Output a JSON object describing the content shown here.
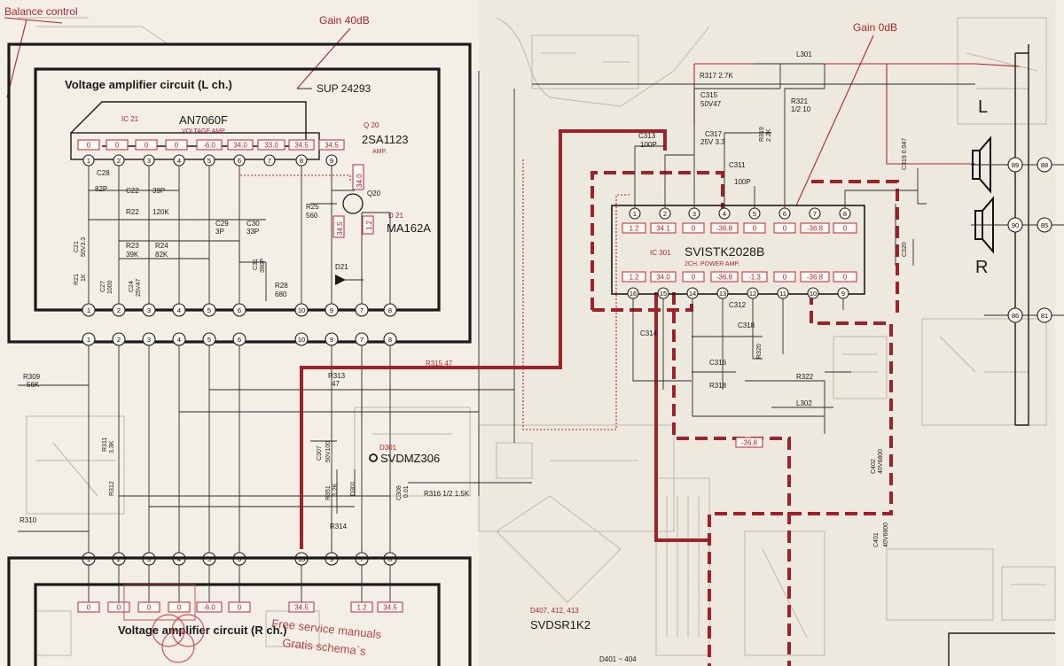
{
  "annotations": {
    "balance_control": "Balance control",
    "gain_40db": "Gain 40dB",
    "gain_0db": "Gain 0dB",
    "speaker_l": "L",
    "speaker_r": "R"
  },
  "amp_l": {
    "title": "Voltage amplifier circuit (L ch.)",
    "part_no": "SUP 24293",
    "ic_ref": "IC 21",
    "ic_name": "AN7060F",
    "ic_desc": "VOLTAGE AMP.",
    "q_ref": "Q 20",
    "q_name": "2SA1123",
    "q_desc": "AMP.",
    "voltages": [
      "0",
      "0",
      "0",
      "0",
      "-6.0",
      "34.0",
      "33.0",
      "34.5",
      "34.5"
    ],
    "pins": [
      "1",
      "2",
      "3",
      "4",
      "5",
      "6",
      "7",
      "8",
      "9"
    ]
  },
  "amp_r": {
    "title": "Voltage amplifier circuit (R ch.)",
    "voltages": [
      "0",
      "0",
      "0",
      "0",
      "-6.0",
      "0",
      "34.5",
      "1.2",
      "34.5"
    ],
    "stamp_line1": "Free service manuals",
    "stamp_line2": "Gratis schema`s"
  },
  "connector_pins": [
    "1",
    "2",
    "3",
    "4",
    "5",
    "6",
    "10",
    "9",
    "7",
    "8"
  ],
  "components_l": {
    "c28": "C28",
    "c28_val": "82P",
    "c22": "C22",
    "c22_val": "39P",
    "r22": "R22",
    "r22_val": "120K",
    "c29": "C29",
    "c29_val": "3P",
    "c30": "C30",
    "c30_val": "33P",
    "r23": "R23",
    "r23_val": "39K",
    "r24": "R24",
    "r24_val": "82K",
    "c21": "C21",
    "c21_val": "50V3.3",
    "r21": "R21",
    "r21_val": "1K",
    "c27": "C27",
    "c27_val": "1000",
    "c24": "C24",
    "c24_val": "25V47",
    "c31": "C31",
    "c31_val": "390P",
    "r28": "R28",
    "r28_val": "680",
    "r25": "R25",
    "r25_val": "560",
    "d21": "D21",
    "d21_ref": "D 21",
    "d21_name": "MA162A",
    "q20": "Q20",
    "v_34_0": "34.0",
    "v_34_5": "34.5",
    "v_1_2": "1.2"
  },
  "power_amp": {
    "ic_ref": "IC 301",
    "ic_name": "SVISTK2028B",
    "ic_desc": "2CH. POWER AMP.",
    "top_pins": [
      "1",
      "2",
      "3",
      "4",
      "5",
      "6",
      "7",
      "8"
    ],
    "top_voltages": [
      "1.2",
      "34.1",
      "0",
      "-36.8",
      "0",
      "0",
      "-36.8",
      "0"
    ],
    "bottom_pins": [
      "16",
      "15",
      "14",
      "13",
      "12",
      "11",
      "10",
      "9"
    ],
    "bottom_voltages": [
      "1.2",
      "34.0",
      "0",
      "-36.8",
      "-1.3",
      "0",
      "-36.8",
      "0"
    ],
    "v_neg": "-36.8"
  },
  "components_pa": {
    "r317": "R317 2.7K",
    "c315": "C315",
    "c315_val": "50V47",
    "c313": "C313",
    "c313_val": "100P",
    "c317": "C317",
    "c317_val": "25V 3.3",
    "r319": "R319",
    "r319_val": "2.2K",
    "c311": "C311",
    "c311_val": "100P",
    "l301": "L301",
    "r321": "R321",
    "r321_val": "1/2 10",
    "c319": "C319 0.047",
    "c320": "C320",
    "c312": "C312",
    "c318": "C318",
    "c314": "C314",
    "c316": "C316",
    "r318": "R318",
    "r320": "R320",
    "r322": "R322",
    "l302": "L302",
    "c402": "C402",
    "c402_val": "40V6800",
    "c401": "C401",
    "c401_val": "40V6800"
  },
  "components_mid": {
    "r309": "R309",
    "r309_val": "56K",
    "r315": "R315 47",
    "r313": "R313",
    "r313_val": "47",
    "r311": "R311",
    "r311_val": "3.3K",
    "r312": "R312",
    "r310": "R310",
    "c307": "C307",
    "c307_val": "50V100",
    "d301": "D301",
    "svdmz": "SVDMZ306",
    "r351": "R351",
    "r351_val": "1.2K",
    "d301b": "D301",
    "c308": "C308",
    "c308_val": "0.01",
    "r316": "R316  1/2  1.5K",
    "r314": "R314",
    "d407": "D407, 412, 413",
    "svdsr": "SVDSR1K2",
    "d401": "D401 ~ 404"
  },
  "terminals": [
    "89",
    "88",
    "90",
    "85",
    "86",
    "81"
  ]
}
